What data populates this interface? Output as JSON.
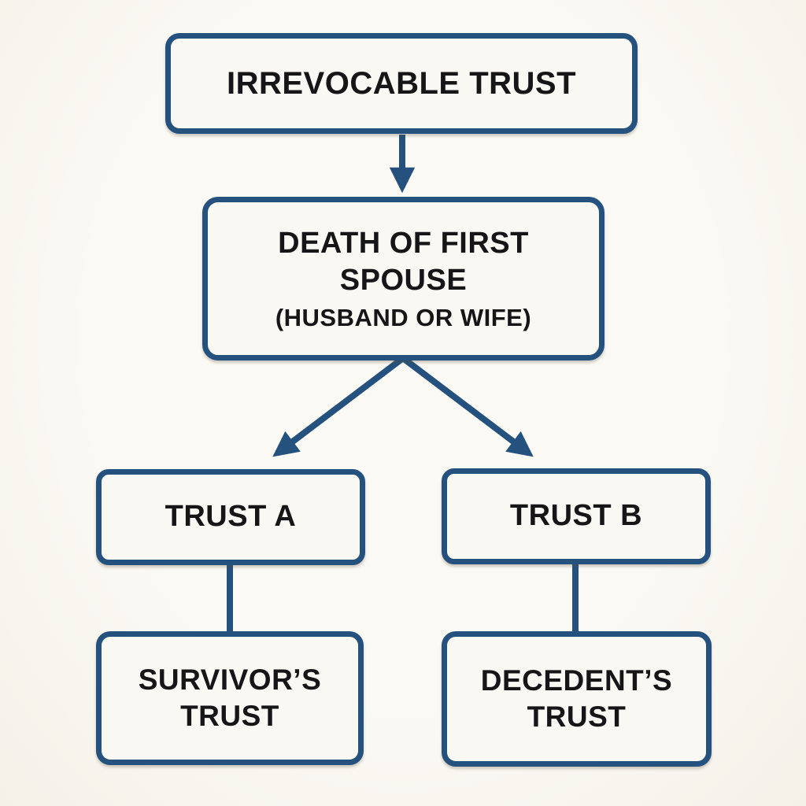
{
  "diagram": {
    "type": "flowchart",
    "colors": {
      "connector": "#25517E",
      "box_border": "#25517E",
      "box_fill": "#FAF8F3",
      "background": "#F8F6F1",
      "text": "#161518"
    },
    "nodes": [
      {
        "id": "irrevocable-trust",
        "label": "IRREVOCABLE TRUST"
      },
      {
        "id": "death-of-first-spouse",
        "label": "DEATH OF FIRST SPOUSE",
        "sublabel": "(HUSBAND OR WIFE)"
      },
      {
        "id": "trust-a",
        "label": "TRUST A"
      },
      {
        "id": "trust-b",
        "label": "TRUST B"
      },
      {
        "id": "survivors-trust",
        "label": "SURVIVOR’S TRUST"
      },
      {
        "id": "decedents-trust",
        "label": "DECEDENT’S TRUST"
      }
    ],
    "edges": [
      {
        "from": "irrevocable-trust",
        "to": "death-of-first-spouse",
        "arrowhead": true
      },
      {
        "from": "death-of-first-spouse",
        "to": "trust-a",
        "arrowhead": true
      },
      {
        "from": "death-of-first-spouse",
        "to": "trust-b",
        "arrowhead": true
      },
      {
        "from": "trust-a",
        "to": "survivors-trust",
        "arrowhead": false
      },
      {
        "from": "trust-b",
        "to": "decedents-trust",
        "arrowhead": false
      }
    ]
  }
}
